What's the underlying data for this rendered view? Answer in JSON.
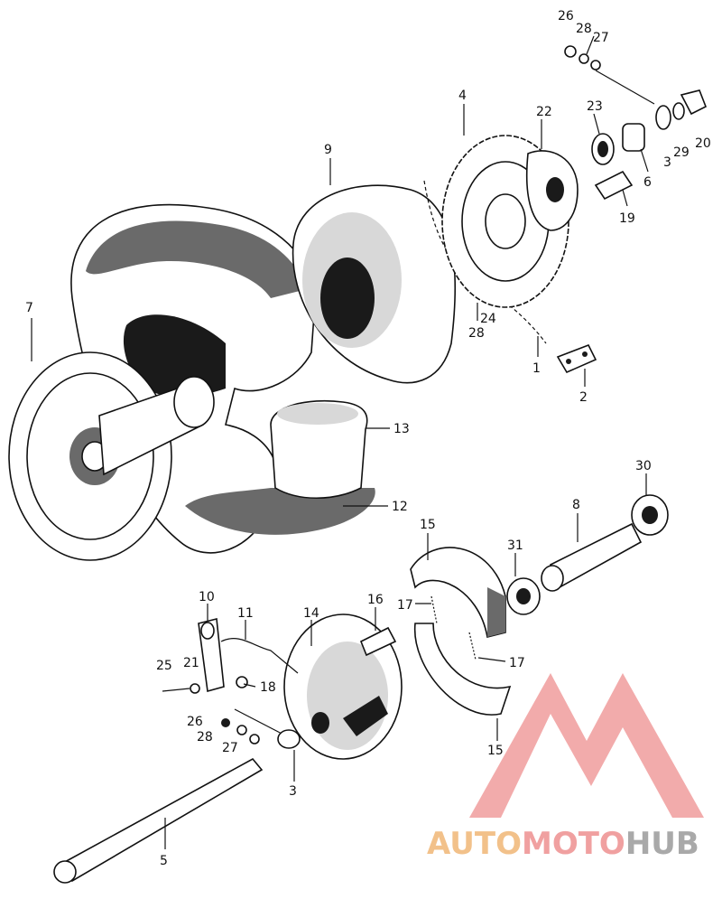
{
  "diagram": {
    "callouts": [
      {
        "id": "c1",
        "text": "1"
      },
      {
        "id": "c2",
        "text": "2"
      },
      {
        "id": "c3a",
        "text": "3"
      },
      {
        "id": "c3b",
        "text": "3"
      },
      {
        "id": "c4",
        "text": "4"
      },
      {
        "id": "c5",
        "text": "5"
      },
      {
        "id": "c6",
        "text": "6"
      },
      {
        "id": "c7",
        "text": "7"
      },
      {
        "id": "c8",
        "text": "8"
      },
      {
        "id": "c9",
        "text": "9"
      },
      {
        "id": "c10",
        "text": "10"
      },
      {
        "id": "c11",
        "text": "11"
      },
      {
        "id": "c12",
        "text": "12"
      },
      {
        "id": "c13",
        "text": "13"
      },
      {
        "id": "c14",
        "text": "14"
      },
      {
        "id": "c15a",
        "text": "15"
      },
      {
        "id": "c15b",
        "text": "15"
      },
      {
        "id": "c16",
        "text": "16"
      },
      {
        "id": "c17a",
        "text": "17"
      },
      {
        "id": "c17b",
        "text": "17"
      },
      {
        "id": "c18",
        "text": "18"
      },
      {
        "id": "c19",
        "text": "19"
      },
      {
        "id": "c20",
        "text": "20"
      },
      {
        "id": "c21",
        "text": "21"
      },
      {
        "id": "c22",
        "text": "22"
      },
      {
        "id": "c23",
        "text": "23"
      },
      {
        "id": "c24",
        "text": "24"
      },
      {
        "id": "c25",
        "text": "25"
      },
      {
        "id": "c26a",
        "text": "26"
      },
      {
        "id": "c26b",
        "text": "26"
      },
      {
        "id": "c27a",
        "text": "27"
      },
      {
        "id": "c27b",
        "text": "27"
      },
      {
        "id": "c28a",
        "text": "28"
      },
      {
        "id": "c28b",
        "text": "28"
      },
      {
        "id": "c28c",
        "text": "28"
      },
      {
        "id": "c29",
        "text": "29"
      },
      {
        "id": "c30",
        "text": "30"
      },
      {
        "id": "c31",
        "text": "31"
      }
    ]
  },
  "watermark": {
    "part1": "AUTO",
    "part2": "MOTO",
    "part3": "HUB",
    "colors": {
      "auto": "#f2c18a",
      "moto": "#f0a0a0",
      "hub": "#a9a9a9",
      "mark": "#ee8f8f"
    }
  }
}
